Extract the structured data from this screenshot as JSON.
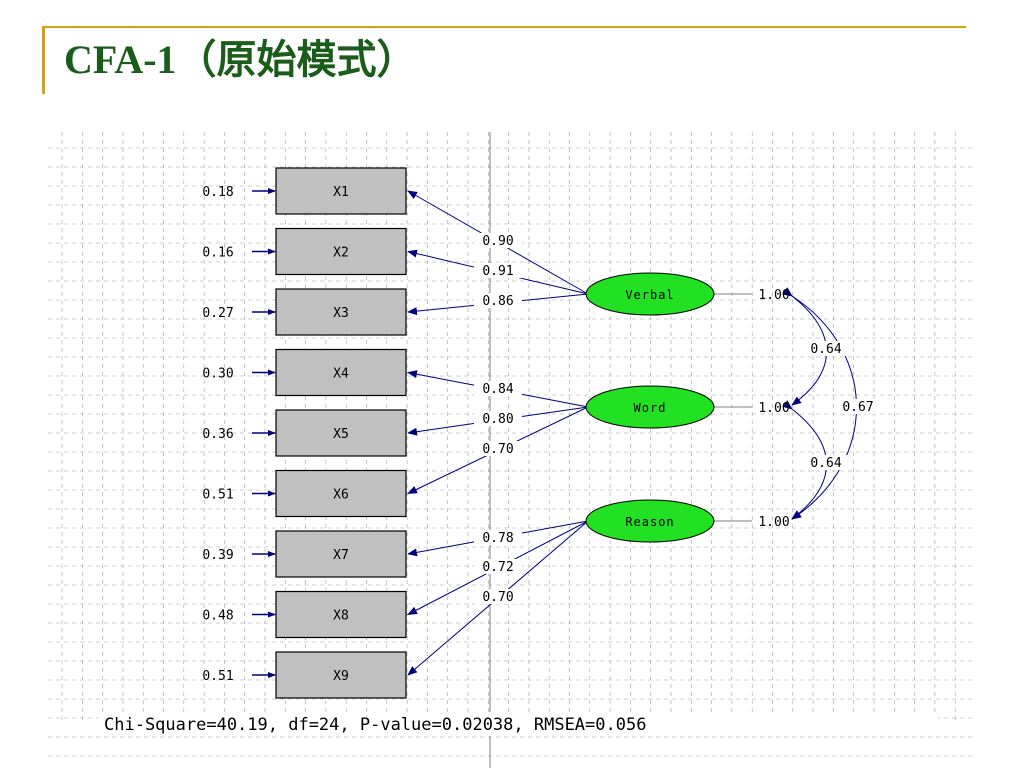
{
  "slide": {
    "title": "CFA-1（原始模式）"
  },
  "diagram": {
    "indicators": [
      {
        "label": "X1",
        "error": "0.18",
        "loading": "0.90",
        "factor": 0
      },
      {
        "label": "X2",
        "error": "0.16",
        "loading": "0.91",
        "factor": 0
      },
      {
        "label": "X3",
        "error": "0.27",
        "loading": "0.86",
        "factor": 0
      },
      {
        "label": "X4",
        "error": "0.30",
        "loading": "0.84",
        "factor": 1
      },
      {
        "label": "X5",
        "error": "0.36",
        "loading": "0.80",
        "factor": 1
      },
      {
        "label": "X6",
        "error": "0.51",
        "loading": "0.70",
        "factor": 1
      },
      {
        "label": "X7",
        "error": "0.39",
        "loading": "0.78",
        "factor": 2
      },
      {
        "label": "X8",
        "error": "0.48",
        "loading": "0.72",
        "factor": 2
      },
      {
        "label": "X9",
        "error": "0.51",
        "loading": "0.70",
        "factor": 2
      }
    ],
    "factors": [
      {
        "label": "Verbal",
        "variance": "1.00"
      },
      {
        "label": "Word",
        "variance": "1.00"
      },
      {
        "label": "Reason",
        "variance": "1.00"
      }
    ],
    "correlations": [
      {
        "from": 0,
        "to": 1,
        "value": "0.64"
      },
      {
        "from": 1,
        "to": 2,
        "value": "0.64"
      },
      {
        "from": 0,
        "to": 2,
        "value": "0.67"
      }
    ],
    "fit_stats": "Chi-Square=40.19, df=24, P-value=0.02038, RMSEA=0.056",
    "colors": {
      "box_fill": "#c0c0c0",
      "factor_fill": "#22e022",
      "path_line": "#000080",
      "grid": "#a0a0a0",
      "title": "#1a5c1a",
      "rule": "#d4a017"
    }
  }
}
